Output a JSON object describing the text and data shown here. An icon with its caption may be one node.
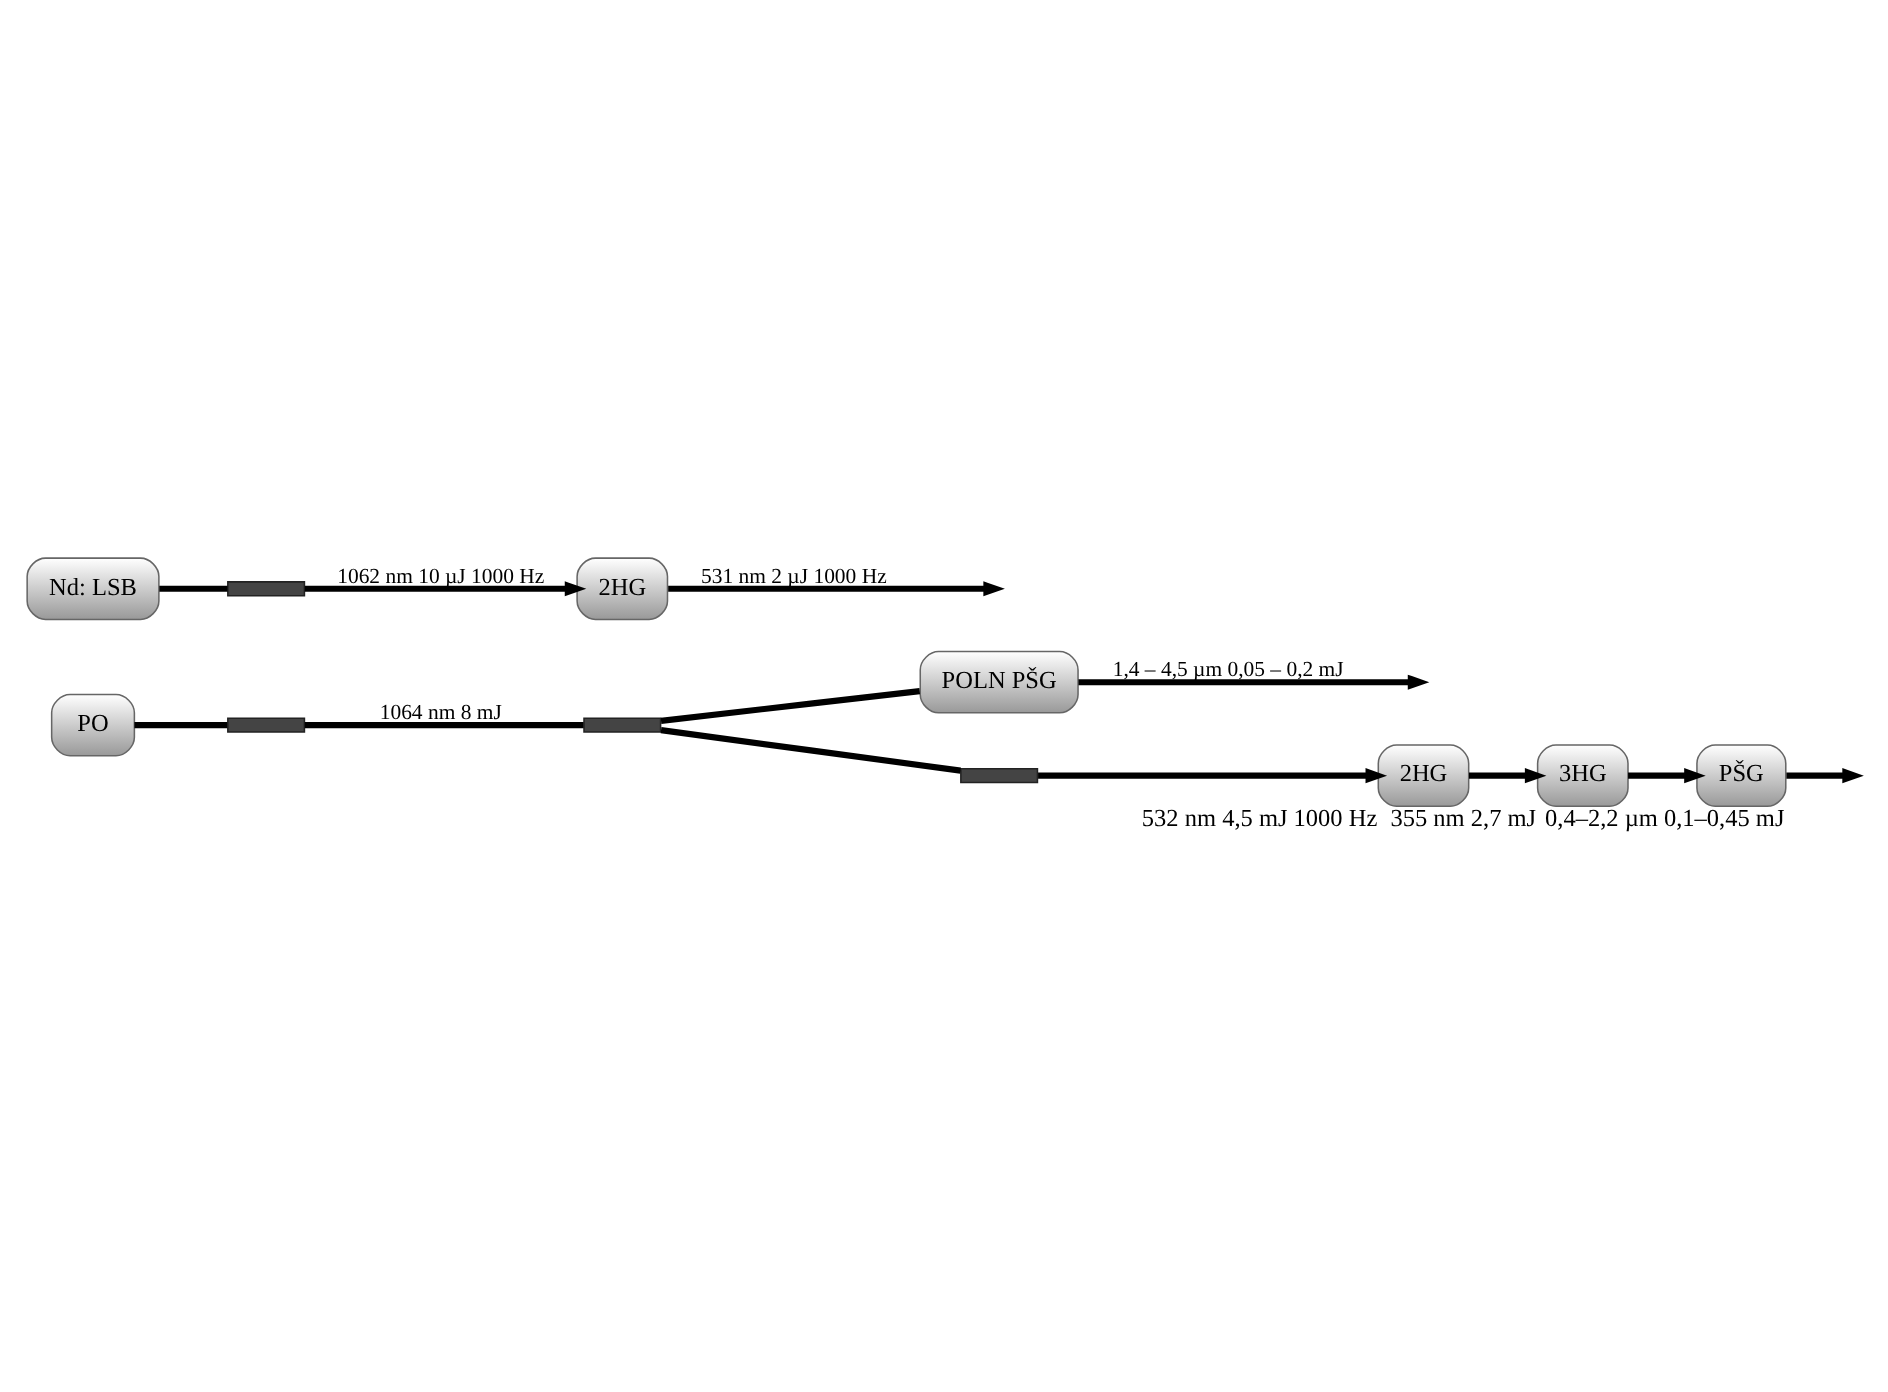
{
  "diagram": {
    "nodes": [
      {
        "text": [
          "PO"
        ]
      },
      {
        "text": [],
        "shape": "bar"
      },
      {
        "text": [],
        "shape": "bar"
      },
      {
        "text": [
          "POLN PŠG"
        ]
      },
      {
        "text": [],
        "shape": "bar"
      },
      {
        "text": [
          "2HG"
        ],
        "beside": [
          "532 nm 4,5 mJ 1000 Hz"
        ]
      },
      {
        "text": [
          "3HG"
        ],
        "beside": [
          "355 nm 2,7 mJ"
        ]
      },
      {
        "text": [
          "PŠG"
        ],
        "beside": [
          "0,4–2,2 µm 0,1–0,45 mJ"
        ]
      },
      {
        "text": [
          "Nd: LSB"
        ]
      },
      {
        "text": [],
        "shape": "bar"
      },
      {
        "text": [
          "2HG"
        ]
      }
    ],
    "edges": [
      {
        "from": 0,
        "to": 1,
        "arrow": "none"
      },
      {
        "from": 1,
        "to": 2,
        "arrow": "none",
        "label": "1064 nm 8 mJ"
      },
      {
        "from": 2,
        "to": 3,
        "arrow": "none"
      },
      {
        "from": 3,
        "to": null,
        "arrow": "to",
        "label": "1,4 – 4,5 µm 0,05 – 0,2 mJ"
      },
      {
        "from": 2,
        "to": 4,
        "arrow": "none"
      },
      {
        "from": 4,
        "to": 5,
        "arrow": "to"
      },
      {
        "from": 5,
        "to": 6,
        "arrow": "to"
      },
      {
        "from": 6,
        "to": 7,
        "arrow": "to"
      },
      {
        "from": 7,
        "to": null,
        "arrow": "to"
      },
      {
        "from": 8,
        "to": 9,
        "arrow": "none"
      },
      {
        "from": 9,
        "to": 10,
        "arrow": "to",
        "label": "1062 nm 10 µJ 1000 Hz"
      },
      {
        "from": 10,
        "to": null,
        "arrow": "to",
        "label": "531 nm 2 µJ 1000 Hz"
      }
    ]
  }
}
